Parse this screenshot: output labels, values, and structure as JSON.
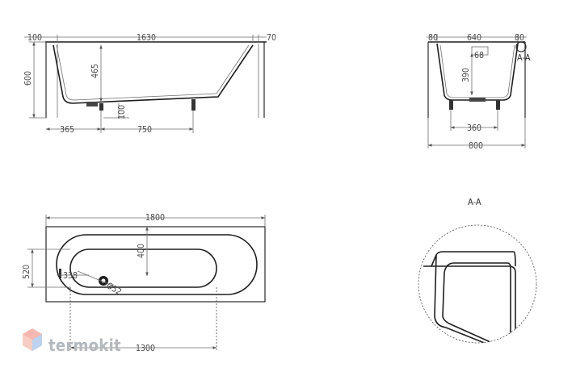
{
  "side_view": {
    "dims": [
      "100",
      "1630",
      "70",
      "600",
      "465",
      "100",
      "365",
      "750"
    ]
  },
  "end_view": {
    "dims": [
      "80",
      "640",
      "80",
      "68",
      "390",
      "360",
      "800"
    ],
    "section_mark": "A-A"
  },
  "top_view": {
    "dims": [
      "1800",
      "400",
      "520",
      "338",
      "Ø52",
      "1300"
    ]
  },
  "detail_view": {
    "title": "A-A"
  },
  "watermark": {
    "brand": "termokit"
  }
}
